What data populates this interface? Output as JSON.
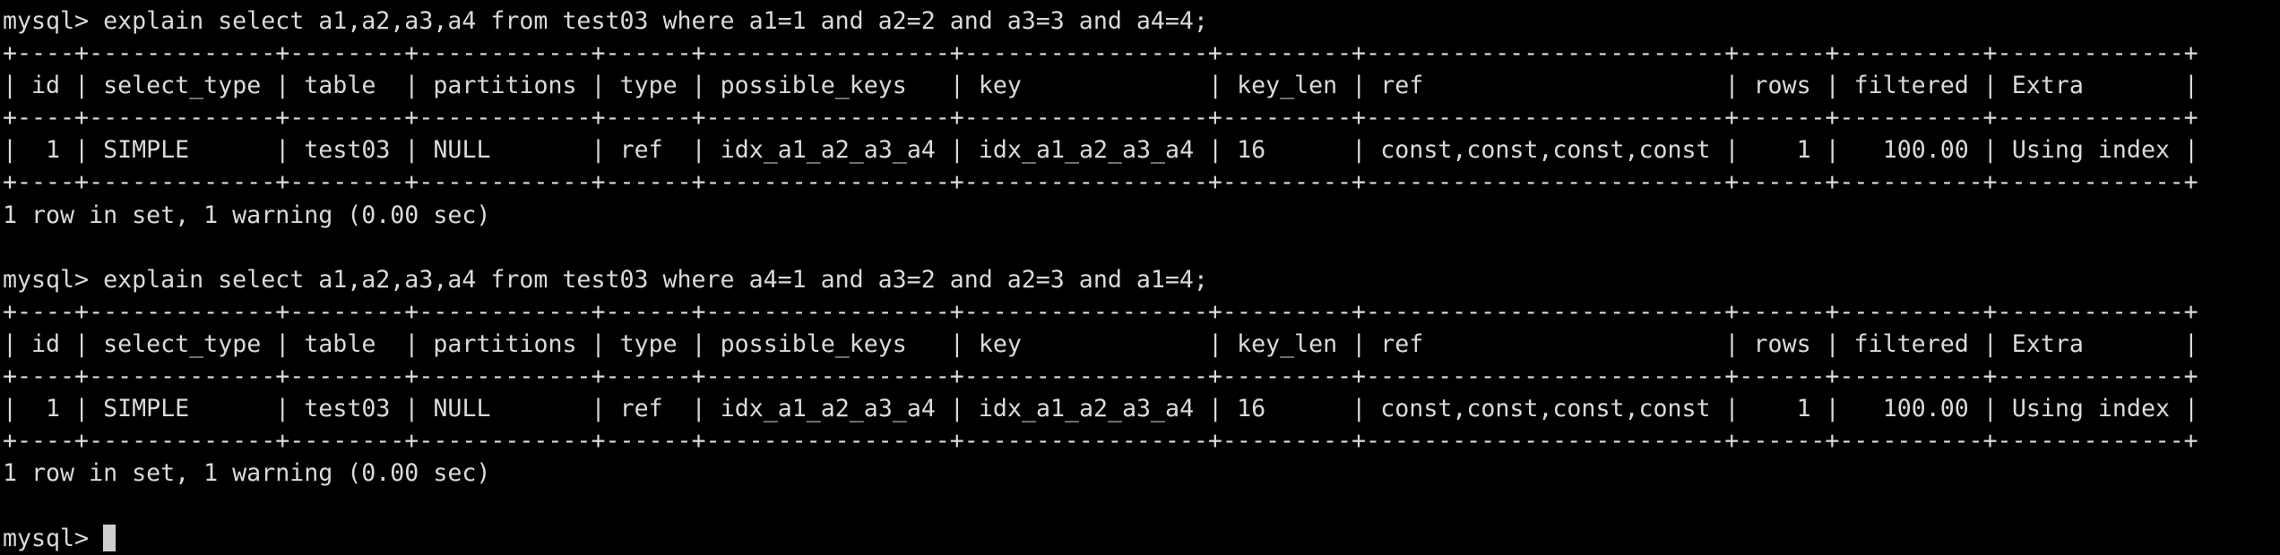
{
  "terminal": {
    "prompt": "mysql> ",
    "background_color": "#000000",
    "text_color": "#dadada",
    "blocks": [
      {
        "command": "explain select a1,a2,a3,a4 from test03 where a1=1 and a2=2 and a3=3 and a4=4;",
        "columns": [
          "id",
          "select_type",
          "table",
          "partitions",
          "type",
          "possible_keys",
          "key",
          "key_len",
          "ref",
          "rows",
          "filtered",
          "Extra"
        ],
        "rows": [
          [
            "1",
            "SIMPLE",
            "test03",
            "NULL",
            "ref",
            "idx_a1_a2_a3_a4",
            "idx_a1_a2_a3_a4",
            "16",
            "const,const,const,const",
            "1",
            "100.00",
            "Using index"
          ]
        ],
        "status": "1 row in set, 1 warning (0.00 sec)"
      },
      {
        "command": "explain select a1,a2,a3,a4 from test03 where a4=1 and a3=2 and a2=3 and a1=4;",
        "columns": [
          "id",
          "select_type",
          "table",
          "partitions",
          "type",
          "possible_keys",
          "key",
          "key_len",
          "ref",
          "rows",
          "filtered",
          "Extra"
        ],
        "rows": [
          [
            "1",
            "SIMPLE",
            "test03",
            "NULL",
            "ref",
            "idx_a1_a2_a3_a4",
            "idx_a1_a2_a3_a4",
            "16",
            "const,const,const,const",
            "1",
            "100.00",
            "Using index"
          ]
        ],
        "status": "1 row in set, 1 warning (0.00 sec)"
      }
    ]
  }
}
